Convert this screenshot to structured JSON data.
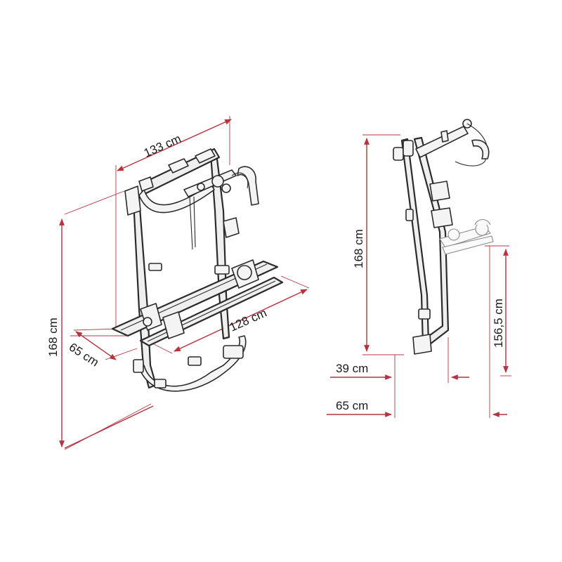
{
  "front_view": {
    "width_label": "133 cm",
    "height_label": "168 cm",
    "depth_label": "65 cm",
    "rail_length_label": "128 cm"
  },
  "side_view": {
    "height_label": "168 cm",
    "rail_height_label": "156,5 cm",
    "folded_depth_label": "39 cm",
    "open_depth_label": "65 cm"
  },
  "colors": {
    "dimension_line": "#b5343f",
    "outline": "#2b2b2b"
  }
}
